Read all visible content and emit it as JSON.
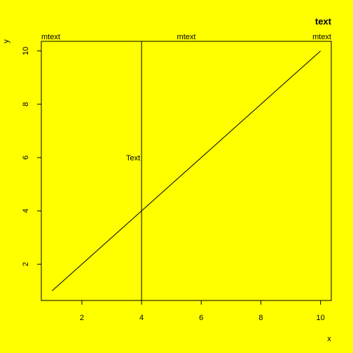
{
  "chart_data": {
    "type": "line",
    "title": "text",
    "xlabel": "x",
    "ylabel": "y",
    "xlim": [
      0.64,
      10.36
    ],
    "ylim": [
      0.64,
      10.36
    ],
    "xticks": [
      2,
      4,
      6,
      8,
      10
    ],
    "yticks": [
      2,
      4,
      6,
      8,
      10
    ],
    "x": [
      1,
      2,
      3,
      4,
      5,
      6,
      7,
      8,
      9,
      10
    ],
    "y": [
      1,
      2,
      3,
      4,
      5,
      6,
      7,
      8,
      9,
      10
    ],
    "vline": 4,
    "annotation": {
      "text": "Text",
      "x": 4,
      "y": 6
    },
    "mtext": [
      "mtext",
      "mtext",
      "mtext"
    ],
    "colors": {
      "background": "#ffff00",
      "foreground": "#000000"
    }
  }
}
